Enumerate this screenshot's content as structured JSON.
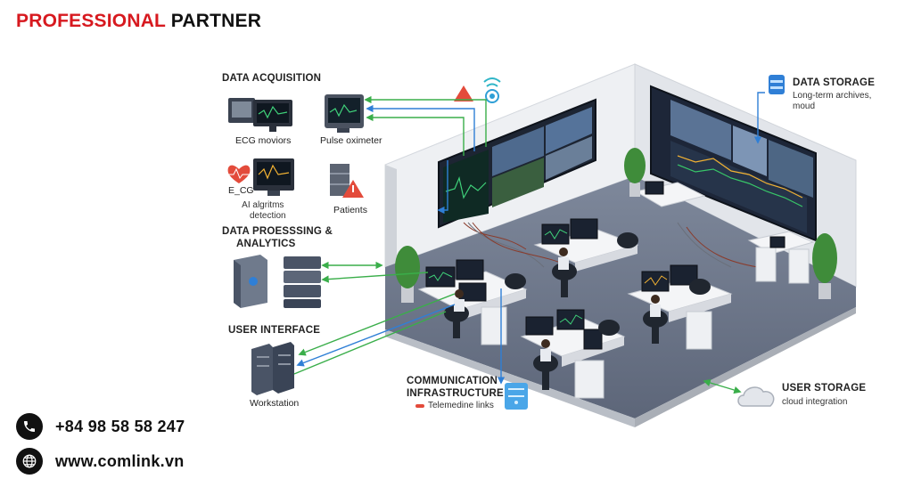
{
  "brand": {
    "part1": "PROFESSIONAL",
    "part2": "PARTNER",
    "accent_color": "#d7191f"
  },
  "contact": {
    "phone": "+84 98 58 58 247",
    "website": "www.comlink.vn",
    "phone_icon": "phone-icon",
    "web_icon": "globe-icon"
  },
  "sections": {
    "data_acquisition": "DATA ACQUISITION",
    "ecg_monitors": "ECG moviors",
    "pulse_oximeter": "Pulse oximeter",
    "ecg": "E_CG",
    "ai_algorithms_line1": "AI algritms",
    "ai_algorithms_line2": "detection",
    "patients": "Patients",
    "processing_line1": "DATA PROESSSING &",
    "processing_line2": "ANALYTICS",
    "user_interface": "USER INTERFACE",
    "workstation": "Workstation",
    "data_storage": "DATA STORAGE",
    "data_storage_sub1": "Long-term archives,",
    "data_storage_sub2": "moud",
    "communication_line1": "COMMUNICATION",
    "communication_line2": "INFRASTRUCTURE",
    "telemedicine": "Telemedine links",
    "user_storage": "USER STORAGE",
    "cloud_integration": "cloud integration"
  },
  "colors": {
    "arrow_blue": "#2f7fd6",
    "arrow_green": "#3aae4a",
    "warning_red": "#e34b3b",
    "floor": "#6e7789",
    "wall": "#eceff3"
  }
}
